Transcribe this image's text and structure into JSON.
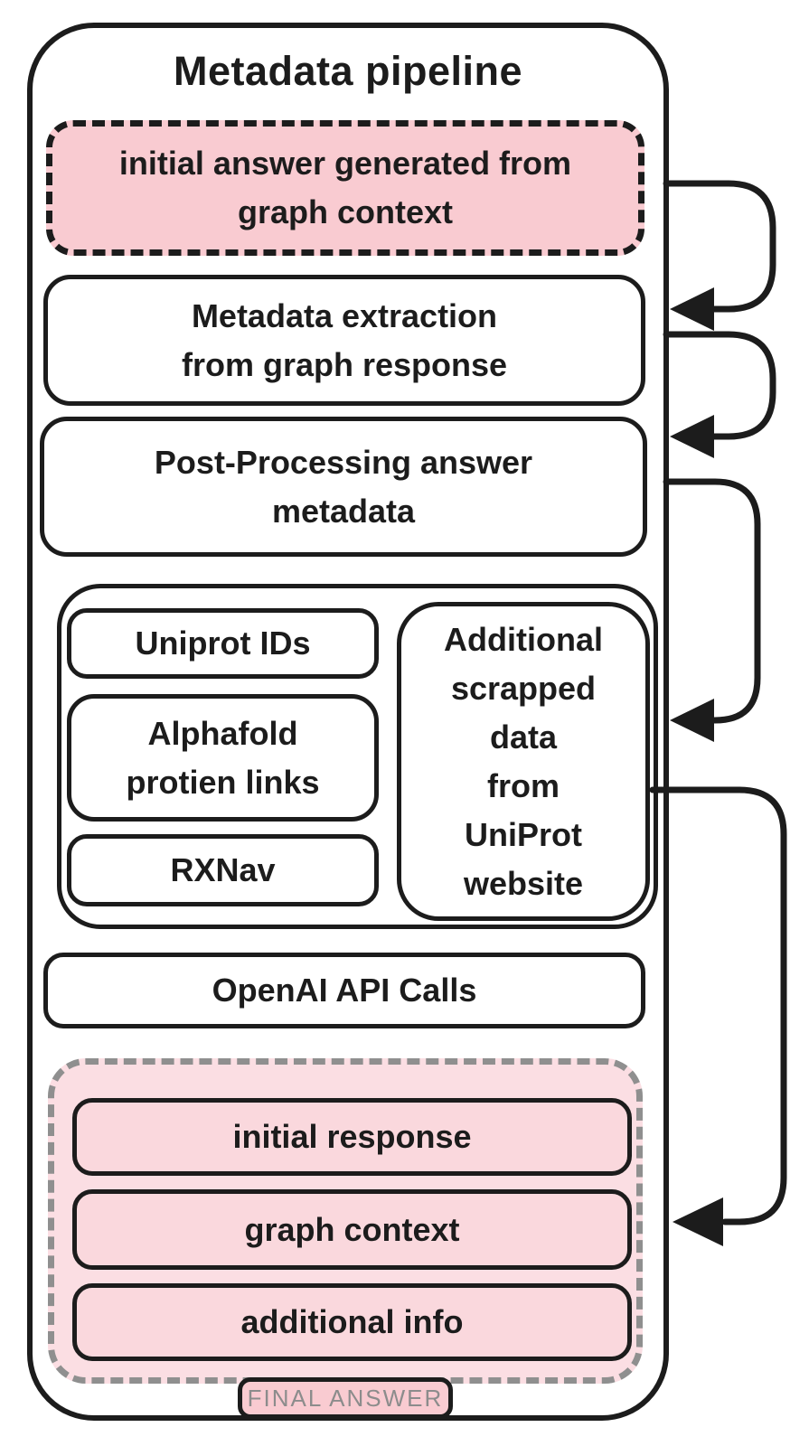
{
  "colors": {
    "ink": "#1c1c1c",
    "pink_strong": "#f9cbd1",
    "pink_pale": "#fbdee3",
    "pink_inner": "#fad8dd",
    "grey_dash": "#8f8f8f",
    "grey_text": "#8c8c8c"
  },
  "pipeline": {
    "title": "Metadata pipeline",
    "initial_answer": {
      "lines": [
        "initial answer generated from",
        "graph context"
      ]
    },
    "metadata_extraction": {
      "lines": [
        "Metadata extraction",
        "from graph response"
      ]
    },
    "post_processing": {
      "lines": [
        "Post-Processing answer",
        "metadata"
      ]
    },
    "sources": {
      "uniprot_ids": {
        "label": "Uniprot IDs"
      },
      "alphafold": {
        "lines": [
          "Alphafold",
          "protien links"
        ]
      },
      "rxnav": {
        "label": "RXNav"
      },
      "additional_scraped": {
        "lines": [
          "Additional",
          "scrapped",
          "data",
          "from",
          "UniProt",
          "website"
        ]
      }
    },
    "openai_calls": {
      "label": "OpenAI API Calls"
    },
    "final_group": {
      "initial_response": {
        "label": "initial response"
      },
      "graph_context": {
        "label": "graph context"
      },
      "additional_info": {
        "label": "additional info"
      },
      "badge": {
        "label": "FINAL ANSWER"
      }
    },
    "arrows": [
      {
        "from": "initial-answer",
        "to": "metadata-extraction"
      },
      {
        "from": "metadata-extraction",
        "to": "post-processing"
      },
      {
        "from": "post-processing",
        "to": "data-sources-group"
      },
      {
        "from": "data-sources-group",
        "to": "final-answer-group"
      }
    ]
  }
}
